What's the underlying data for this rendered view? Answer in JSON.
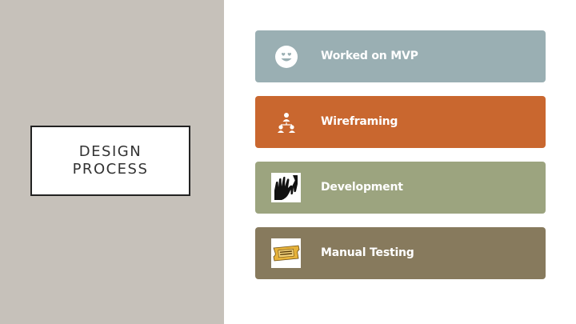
{
  "slide": {
    "title_line1": "DESIGN",
    "title_line2": "PROCESS"
  },
  "colors": {
    "left_panel": "#c6c1ba",
    "card_1": "#9aafb3",
    "card_2": "#c9672f",
    "card_3": "#9ca47f",
    "card_4": "#877a5d"
  },
  "steps": [
    {
      "label": "Worked on MVP",
      "icon": "smiley-heart-eyes-icon"
    },
    {
      "label": "Wireframing",
      "icon": "org-chart-people-icon"
    },
    {
      "label": "Development",
      "icon": "helping-hands-icon"
    },
    {
      "label": "Manual Testing",
      "icon": "ticket-icon"
    }
  ]
}
